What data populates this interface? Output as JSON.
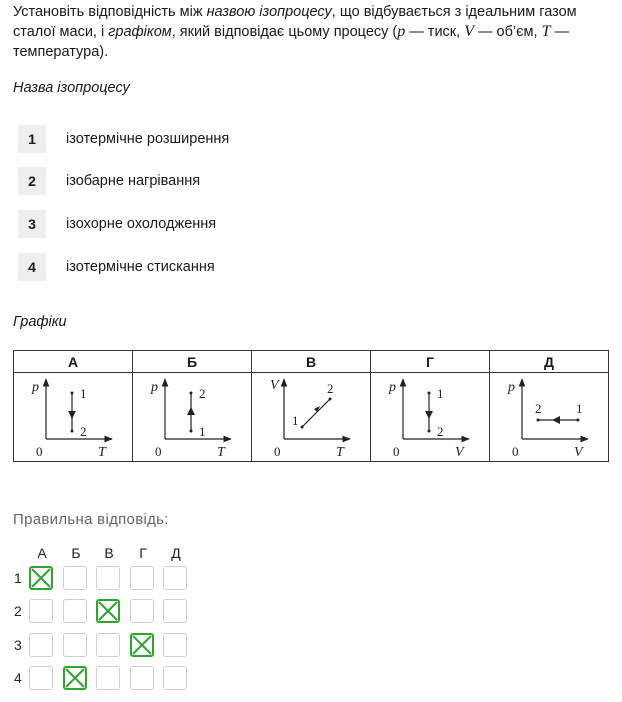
{
  "question": {
    "part1": "Установіть відповідність між ",
    "em1": "назвою ізопроцесу",
    "part2": ", що відбувається з ідеальним газом сталої маси, і ",
    "em2": "графіком",
    "part3": ", який відповідає цьому процесу (",
    "p_sym": "p",
    "part4": " — тиск, ",
    "v_sym": "V",
    "part5": " — об’єм, ",
    "t_sym": "T",
    "part6": " — температура)."
  },
  "processes_title": "Назва ізопроцесу",
  "processes": [
    {
      "num": "1",
      "text": "ізотермічне розширення"
    },
    {
      "num": "2",
      "text": "ізобарне нагрівання"
    },
    {
      "num": "3",
      "text": "ізохорне охолодження"
    },
    {
      "num": "4",
      "text": "ізотермічне стискання"
    }
  ],
  "graphs_title": "Графіки",
  "graphs": [
    {
      "letter": "А",
      "y_axis": "p",
      "x_axis": "T",
      "origin": "0",
      "p1": "1",
      "p2": "2"
    },
    {
      "letter": "Б",
      "y_axis": "p",
      "x_axis": "T",
      "origin": "0",
      "p1": "2",
      "p2": "1"
    },
    {
      "letter": "В",
      "y_axis": "V",
      "x_axis": "T",
      "origin": "0",
      "p1": "1",
      "p2": "2"
    },
    {
      "letter": "Г",
      "y_axis": "p",
      "x_axis": "V",
      "origin": "0",
      "p1": "1",
      "p2": "2"
    },
    {
      "letter": "Д",
      "y_axis": "p",
      "x_axis": "V",
      "origin": "0",
      "p1": "2",
      "p2": "1"
    }
  ],
  "answer": {
    "label": "Правильна відповідь:",
    "columns": [
      "А",
      "Б",
      "В",
      "Г",
      "Д"
    ],
    "rows": [
      "1",
      "2",
      "3",
      "4"
    ],
    "selected": [
      0,
      2,
      3,
      1
    ],
    "accent": "#2fa52f"
  }
}
